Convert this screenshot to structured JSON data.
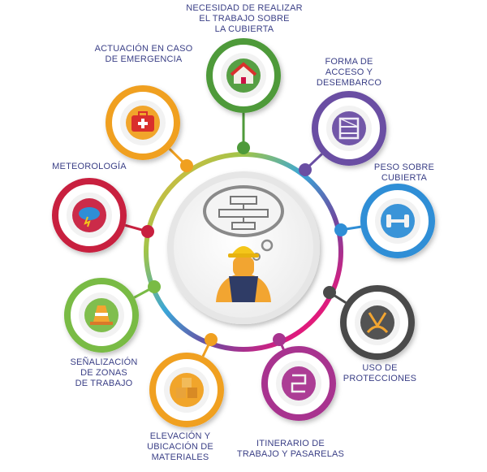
{
  "colors": {
    "text": "#3a3f86",
    "ring_gradient": [
      "#f0b23a",
      "#7cc24a",
      "#3aa6d8",
      "#6d4aa0",
      "#e0197d",
      "#f04a2a"
    ]
  },
  "center": {
    "thought_icon": "flowchart-icon",
    "figure_icon": "worker-with-hard-hat-icon"
  },
  "nodes": [
    {
      "id": "necesidad",
      "label": "NECESIDAD DE REALIZAR\nEL TRABAJO SOBRE\nLA CUBIERTA",
      "icon": "house-icon",
      "color": "#4e9a3a"
    },
    {
      "id": "acceso",
      "label": "FORMA DE\nACCESO Y\nDESEMBARCO",
      "icon": "scaffold-icon",
      "color": "#6a4ea3"
    },
    {
      "id": "peso",
      "label": "PESO SOBRE\nCUBIERTA",
      "icon": "dumbbell-icon",
      "color": "#2f8ed6"
    },
    {
      "id": "protecciones",
      "label": "USO DE\nPROTECCIONES",
      "icon": "harness-icon",
      "color": "#4a4a4a"
    },
    {
      "id": "itinerario",
      "label": "ITINERARIO DE\nTRABAJO Y PASARELAS",
      "icon": "route-icon",
      "color": "#a8338f"
    },
    {
      "id": "elevacion",
      "label": "ELEVACIÓN Y\nUBICACIÓN DE\nMATERIALES",
      "icon": "boxes-icon",
      "color": "#f0a020"
    },
    {
      "id": "senalizacion",
      "label": "SEÑALIZACIÓN\nDE ZONAS\nDE TRABAJO",
      "icon": "traffic-cone-icon",
      "color": "#79bb45"
    },
    {
      "id": "meteorologia",
      "label": "METEOROLOGÍA",
      "icon": "rain-cloud-icon",
      "color": "#c8203f"
    },
    {
      "id": "emergencia",
      "label": "ACTUACIÓN EN CASO\nDE EMERGENCIA",
      "icon": "first-aid-kit-icon",
      "color": "#f0a020"
    }
  ]
}
